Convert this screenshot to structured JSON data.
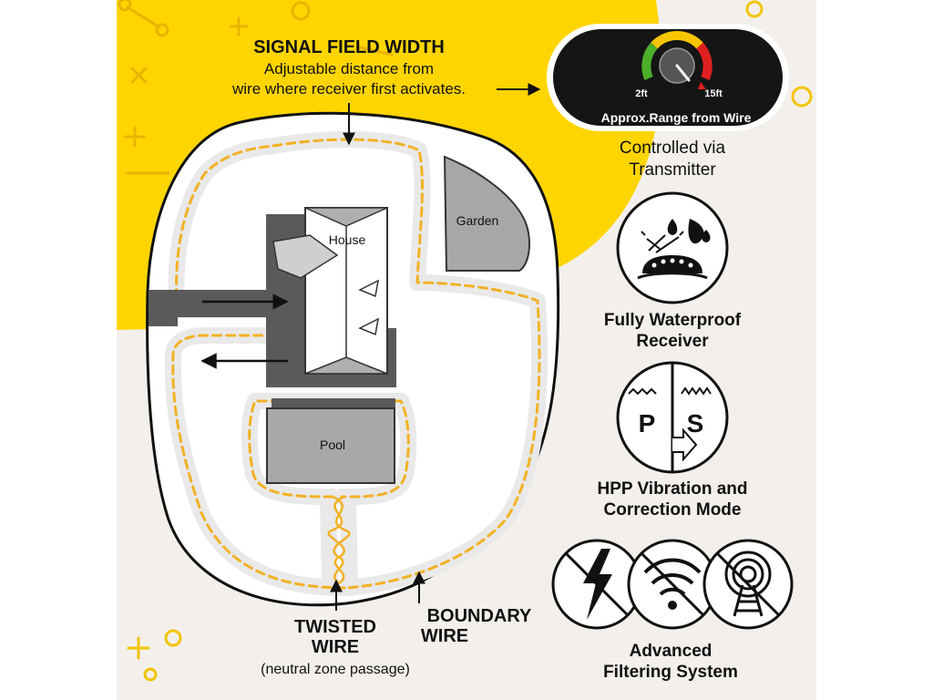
{
  "signal_field": {
    "title": "SIGNAL FIELD WIDTH",
    "line1": "Adjustable distance from",
    "line2": "wire where receiver first activates."
  },
  "gauge": {
    "min_label": "2ft",
    "max_label": "15ft",
    "caption": "Approx.Range from Wire"
  },
  "controlled": {
    "line1": "Controlled via",
    "line2": "Transmitter"
  },
  "waterproof": {
    "line1": "Fully Waterproof",
    "line2": "Receiver"
  },
  "hpp": {
    "letter_left": "P",
    "letter_right": "S",
    "line1": "HPP Vibration and",
    "line2": "Correction Mode"
  },
  "filtering": {
    "line1": "Advanced",
    "line2": "Filtering System"
  },
  "map": {
    "house": "House",
    "garden": "Garden",
    "pool": "Pool"
  },
  "twisted": {
    "line1": "TWISTED",
    "line2": "WIRE",
    "line3": "(neutral zone passage)"
  },
  "boundary": {
    "line1": "BOUNDARY",
    "line2": "WIRE"
  },
  "colors": {
    "yellow": "#FFD500",
    "cream": "#F3F0EC",
    "dark": "#111111",
    "gray": "#8E8E8E",
    "wire_dash": "#F2B124",
    "gauge_green": "#4CAF2A",
    "gauge_yellow": "#F7C600",
    "gauge_red": "#E02020"
  }
}
